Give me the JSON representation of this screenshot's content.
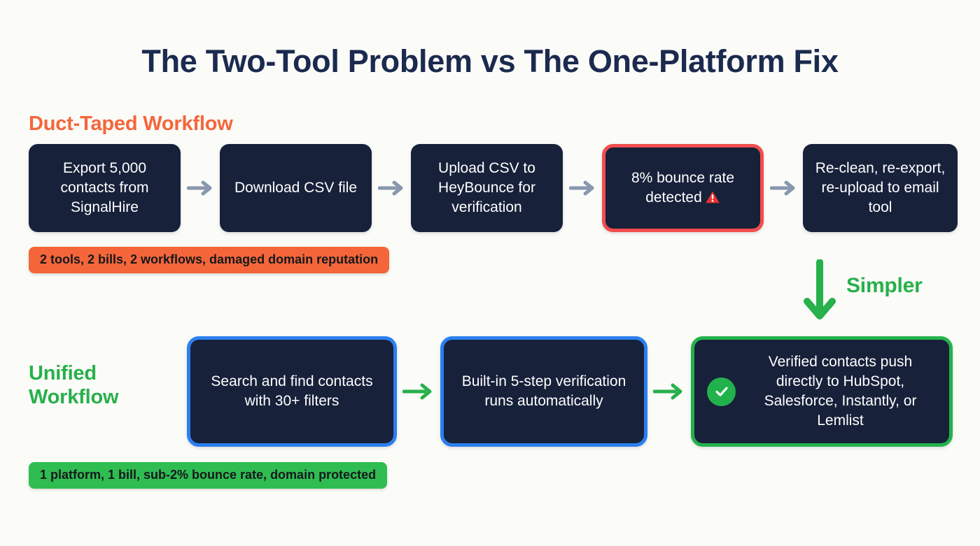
{
  "title": "The Two-Tool Problem vs The One-Platform Fix",
  "colors": {
    "background": "#fbfbf8",
    "title": "#1b2a4e",
    "navy": "#17213a",
    "orange": "#f4663a",
    "green": "#27b04b",
    "green_badge": "#2fbd52",
    "blue": "#2b7ff0",
    "red": "#f24d4d",
    "arrow_gray": "#8896ae"
  },
  "duct_taped": {
    "label": "Duct-Taped Workflow",
    "steps": [
      {
        "text": "Export 5,000 contacts from SignalHire",
        "style": "plain"
      },
      {
        "text": "Download CSV file",
        "style": "plain"
      },
      {
        "text": "Upload CSV to HeyBounce for verification",
        "style": "plain"
      },
      {
        "text": "8% bounce rate detected",
        "style": "alert",
        "icon": "warning-triangle-icon"
      },
      {
        "text": "Re-clean, re-export, re-upload to email tool",
        "style": "plain"
      }
    ],
    "badge": "2 tools, 2 bills, 2 workflows, damaged domain reputation"
  },
  "transition": {
    "label": "Simpler",
    "icon": "arrow-down-icon"
  },
  "unified": {
    "label": "Unified Workflow",
    "steps": [
      {
        "text": "Search and find contacts with 30+ filters",
        "style": "blue"
      },
      {
        "text": "Built-in 5-step verification runs automatically",
        "style": "blue"
      },
      {
        "text": "Verified contacts push directly to HubSpot, Salesforce, Instantly, or Lemlist",
        "style": "success",
        "icon": "check-circle-icon"
      }
    ],
    "badge": "1 platform, 1 bill, sub-2% bounce rate, domain protected"
  }
}
